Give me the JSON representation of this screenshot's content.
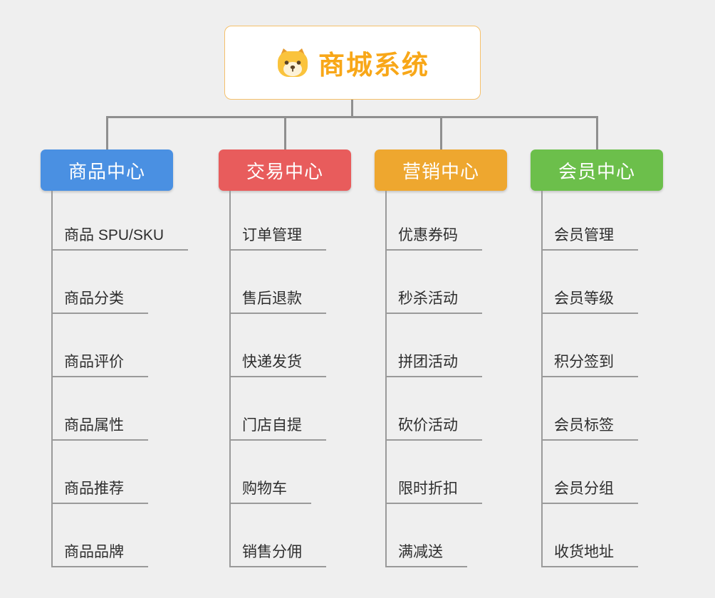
{
  "root": {
    "title": "商城系统",
    "icon": "dog-icon",
    "accent_color": "#f8a718",
    "border_color": "#f5c06a"
  },
  "line_color": "#8f8f8f",
  "branches": [
    {
      "label": "商品中心",
      "color": "#4a90e2",
      "children": [
        "商品 SPU/SKU",
        "商品分类",
        "商品评价",
        "商品属性",
        "商品推荐",
        "商品品牌"
      ]
    },
    {
      "label": "交易中心",
      "color": "#e85c5c",
      "children": [
        "订单管理",
        "售后退款",
        "快递发货",
        "门店自提",
        "购物车",
        "销售分佣"
      ]
    },
    {
      "label": "营销中心",
      "color": "#eea72f",
      "children": [
        "优惠券码",
        "秒杀活动",
        "拼团活动",
        "砍价活动",
        "限时折扣",
        "满减送"
      ]
    },
    {
      "label": "会员中心",
      "color": "#6cbf4b",
      "children": [
        "会员管理",
        "会员等级",
        "积分签到",
        "会员标签",
        "会员分组",
        "收货地址"
      ]
    }
  ]
}
